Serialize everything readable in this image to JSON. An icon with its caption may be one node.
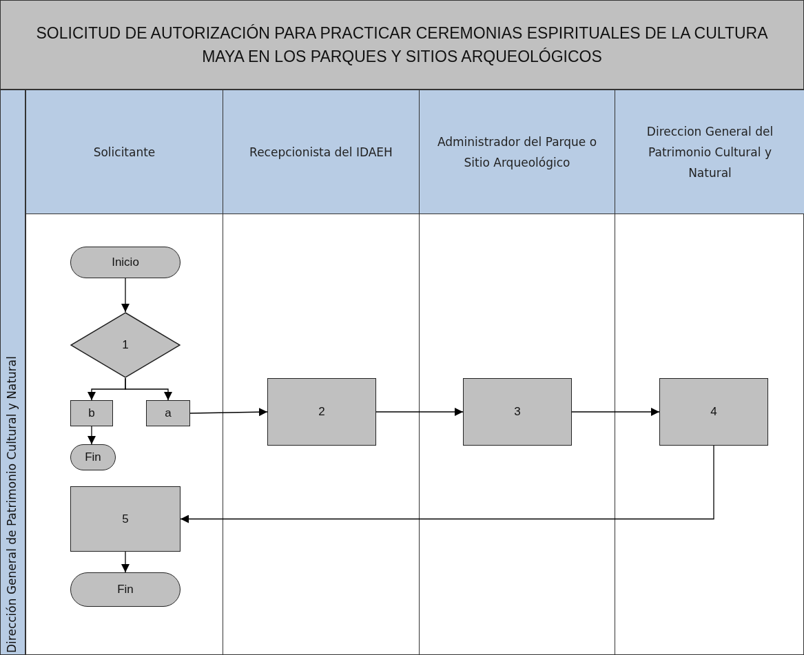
{
  "diagram": {
    "title": "SOLICITUD DE AUTORIZACIÓN PARA PRACTICAR CEREMONIAS ESPIRITUALES DE LA CULTURA MAYA EN LOS PARQUES Y SITIOS ARQUEOLÓGICOS",
    "nodes": [
      {
        "text": [
          "Dirección General de Patrimonio Cultural y Natural"
        ]
      },
      {
        "text": [
          "Solicitante"
        ],
        "in": 0
      },
      {
        "text": [
          "Recepcionista del IDAEH"
        ],
        "in": 0
      },
      {
        "text": [
          "Administrador del Parque o Sitio Arqueológico"
        ],
        "in": 0
      },
      {
        "text": [
          "Direccion General del Patrimonio Cultural y Natural"
        ],
        "in": 0
      },
      {
        "text": [
          "Inicio"
        ],
        "in": 1
      },
      {
        "text": [
          "1"
        ],
        "in": 1
      },
      {
        "text": [
          "b"
        ],
        "in": 1
      },
      {
        "text": [
          "a"
        ],
        "in": 1
      },
      {
        "text": [
          "Fin"
        ],
        "in": 1
      },
      {
        "text": [
          "2"
        ],
        "in": 2
      },
      {
        "text": [
          "3"
        ],
        "in": 3
      },
      {
        "text": [
          "4"
        ],
        "in": 4
      },
      {
        "text": [
          "5"
        ],
        "in": 1
      },
      {
        "text": [
          "Fin"
        ],
        "in": 1
      }
    ],
    "edges": [
      {
        "from": 5,
        "to": 6,
        "arrow": "to"
      },
      {
        "from": 6,
        "to": 7,
        "arrow": "to"
      },
      {
        "from": 6,
        "to": 8,
        "arrow": "to"
      },
      {
        "from": 7,
        "to": 9,
        "arrow": "to"
      },
      {
        "from": 8,
        "to": 10,
        "arrow": "to"
      },
      {
        "from": 10,
        "to": 11,
        "arrow": "to"
      },
      {
        "from": 11,
        "to": 12,
        "arrow": "to"
      },
      {
        "from": 12,
        "to": 13,
        "arrow": "to"
      },
      {
        "from": 13,
        "to": 14,
        "arrow": "to"
      }
    ]
  }
}
